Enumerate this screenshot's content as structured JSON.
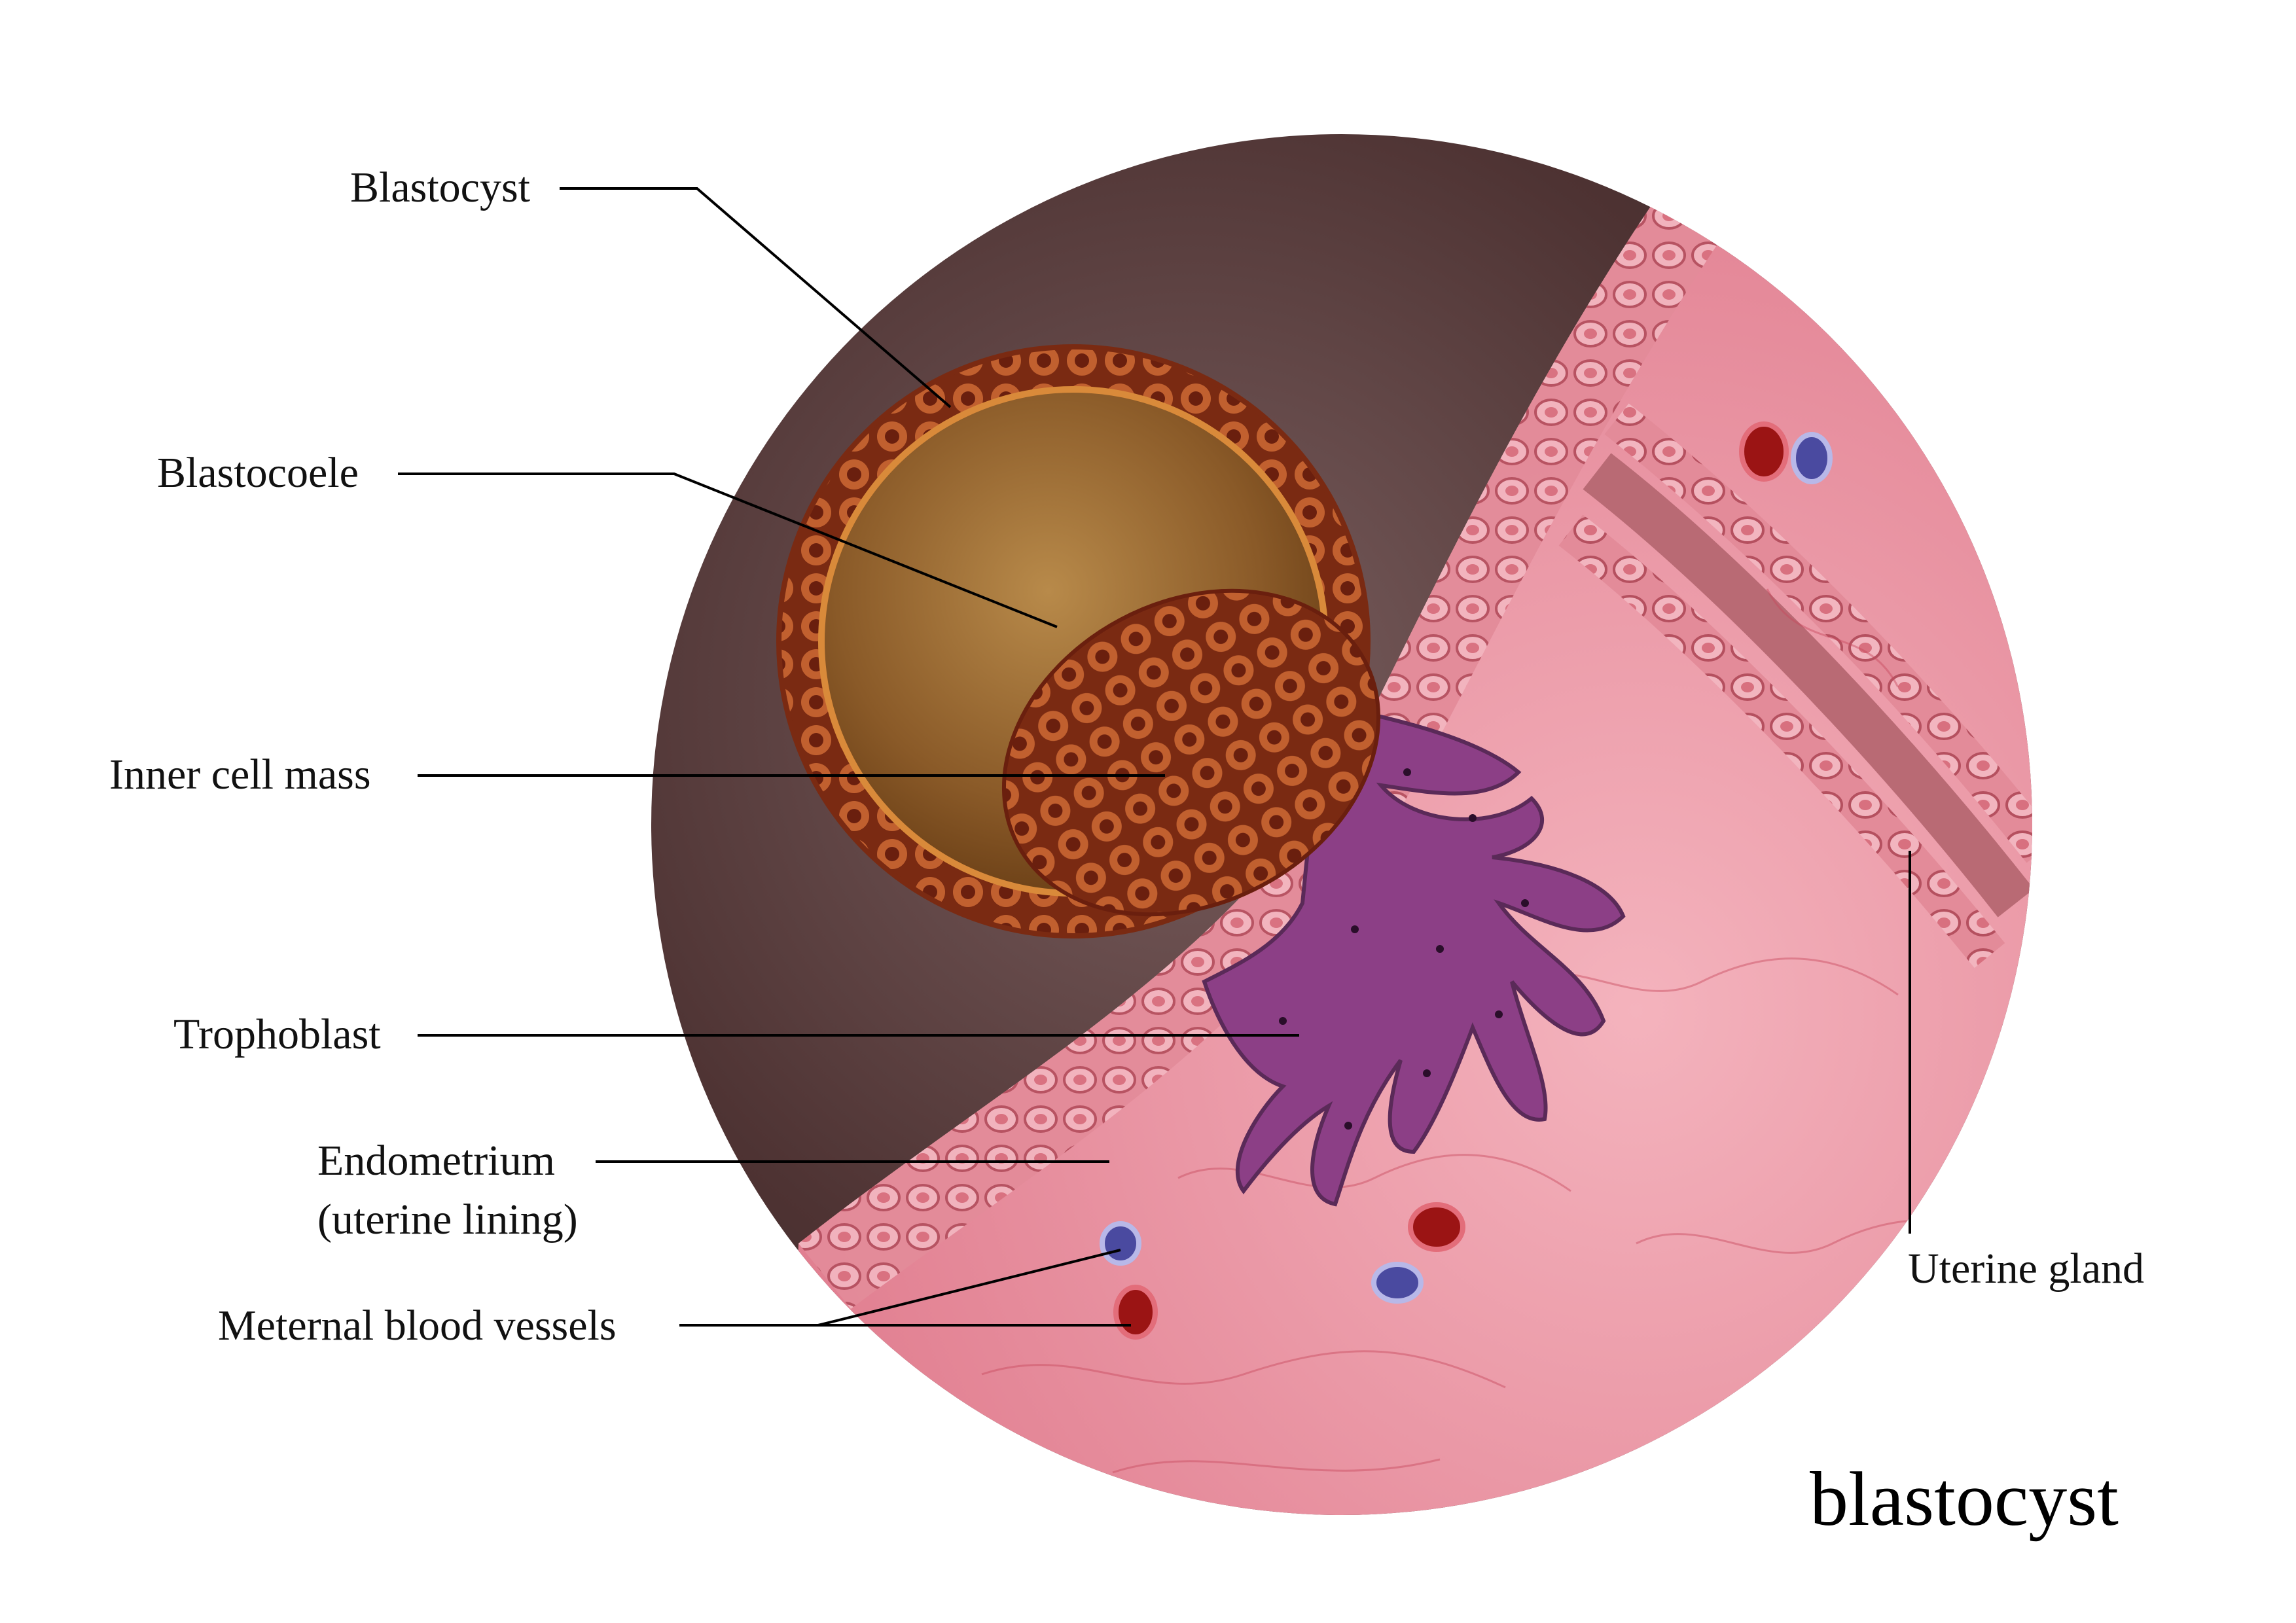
{
  "title": "blastocyst",
  "labels": {
    "blastocyst": "Blastocyst",
    "blastocoele": "Blastocoele",
    "inner_cell_mass": "Inner cell mass",
    "trophoblast": "Trophoblast",
    "endometrium_line1": "Endometrium",
    "endometrium_line2": "(uterine lining)",
    "maternal_blood_vessels": "Meternal blood vessels",
    "uterine_gland": "Uterine gland"
  },
  "colors": {
    "uterine_cavity": "#4a2f2f",
    "endometrium": "#e88a9a",
    "epithelium": "#d9707f",
    "blastocyst_shell": "#a8452a",
    "blastocoele": "#9a6a30",
    "inner_cell_mass": "#b54a2a",
    "trophoblast": "#8c3f86",
    "vessel_red": "#9b1414",
    "vessel_blue": "#5050a8"
  }
}
